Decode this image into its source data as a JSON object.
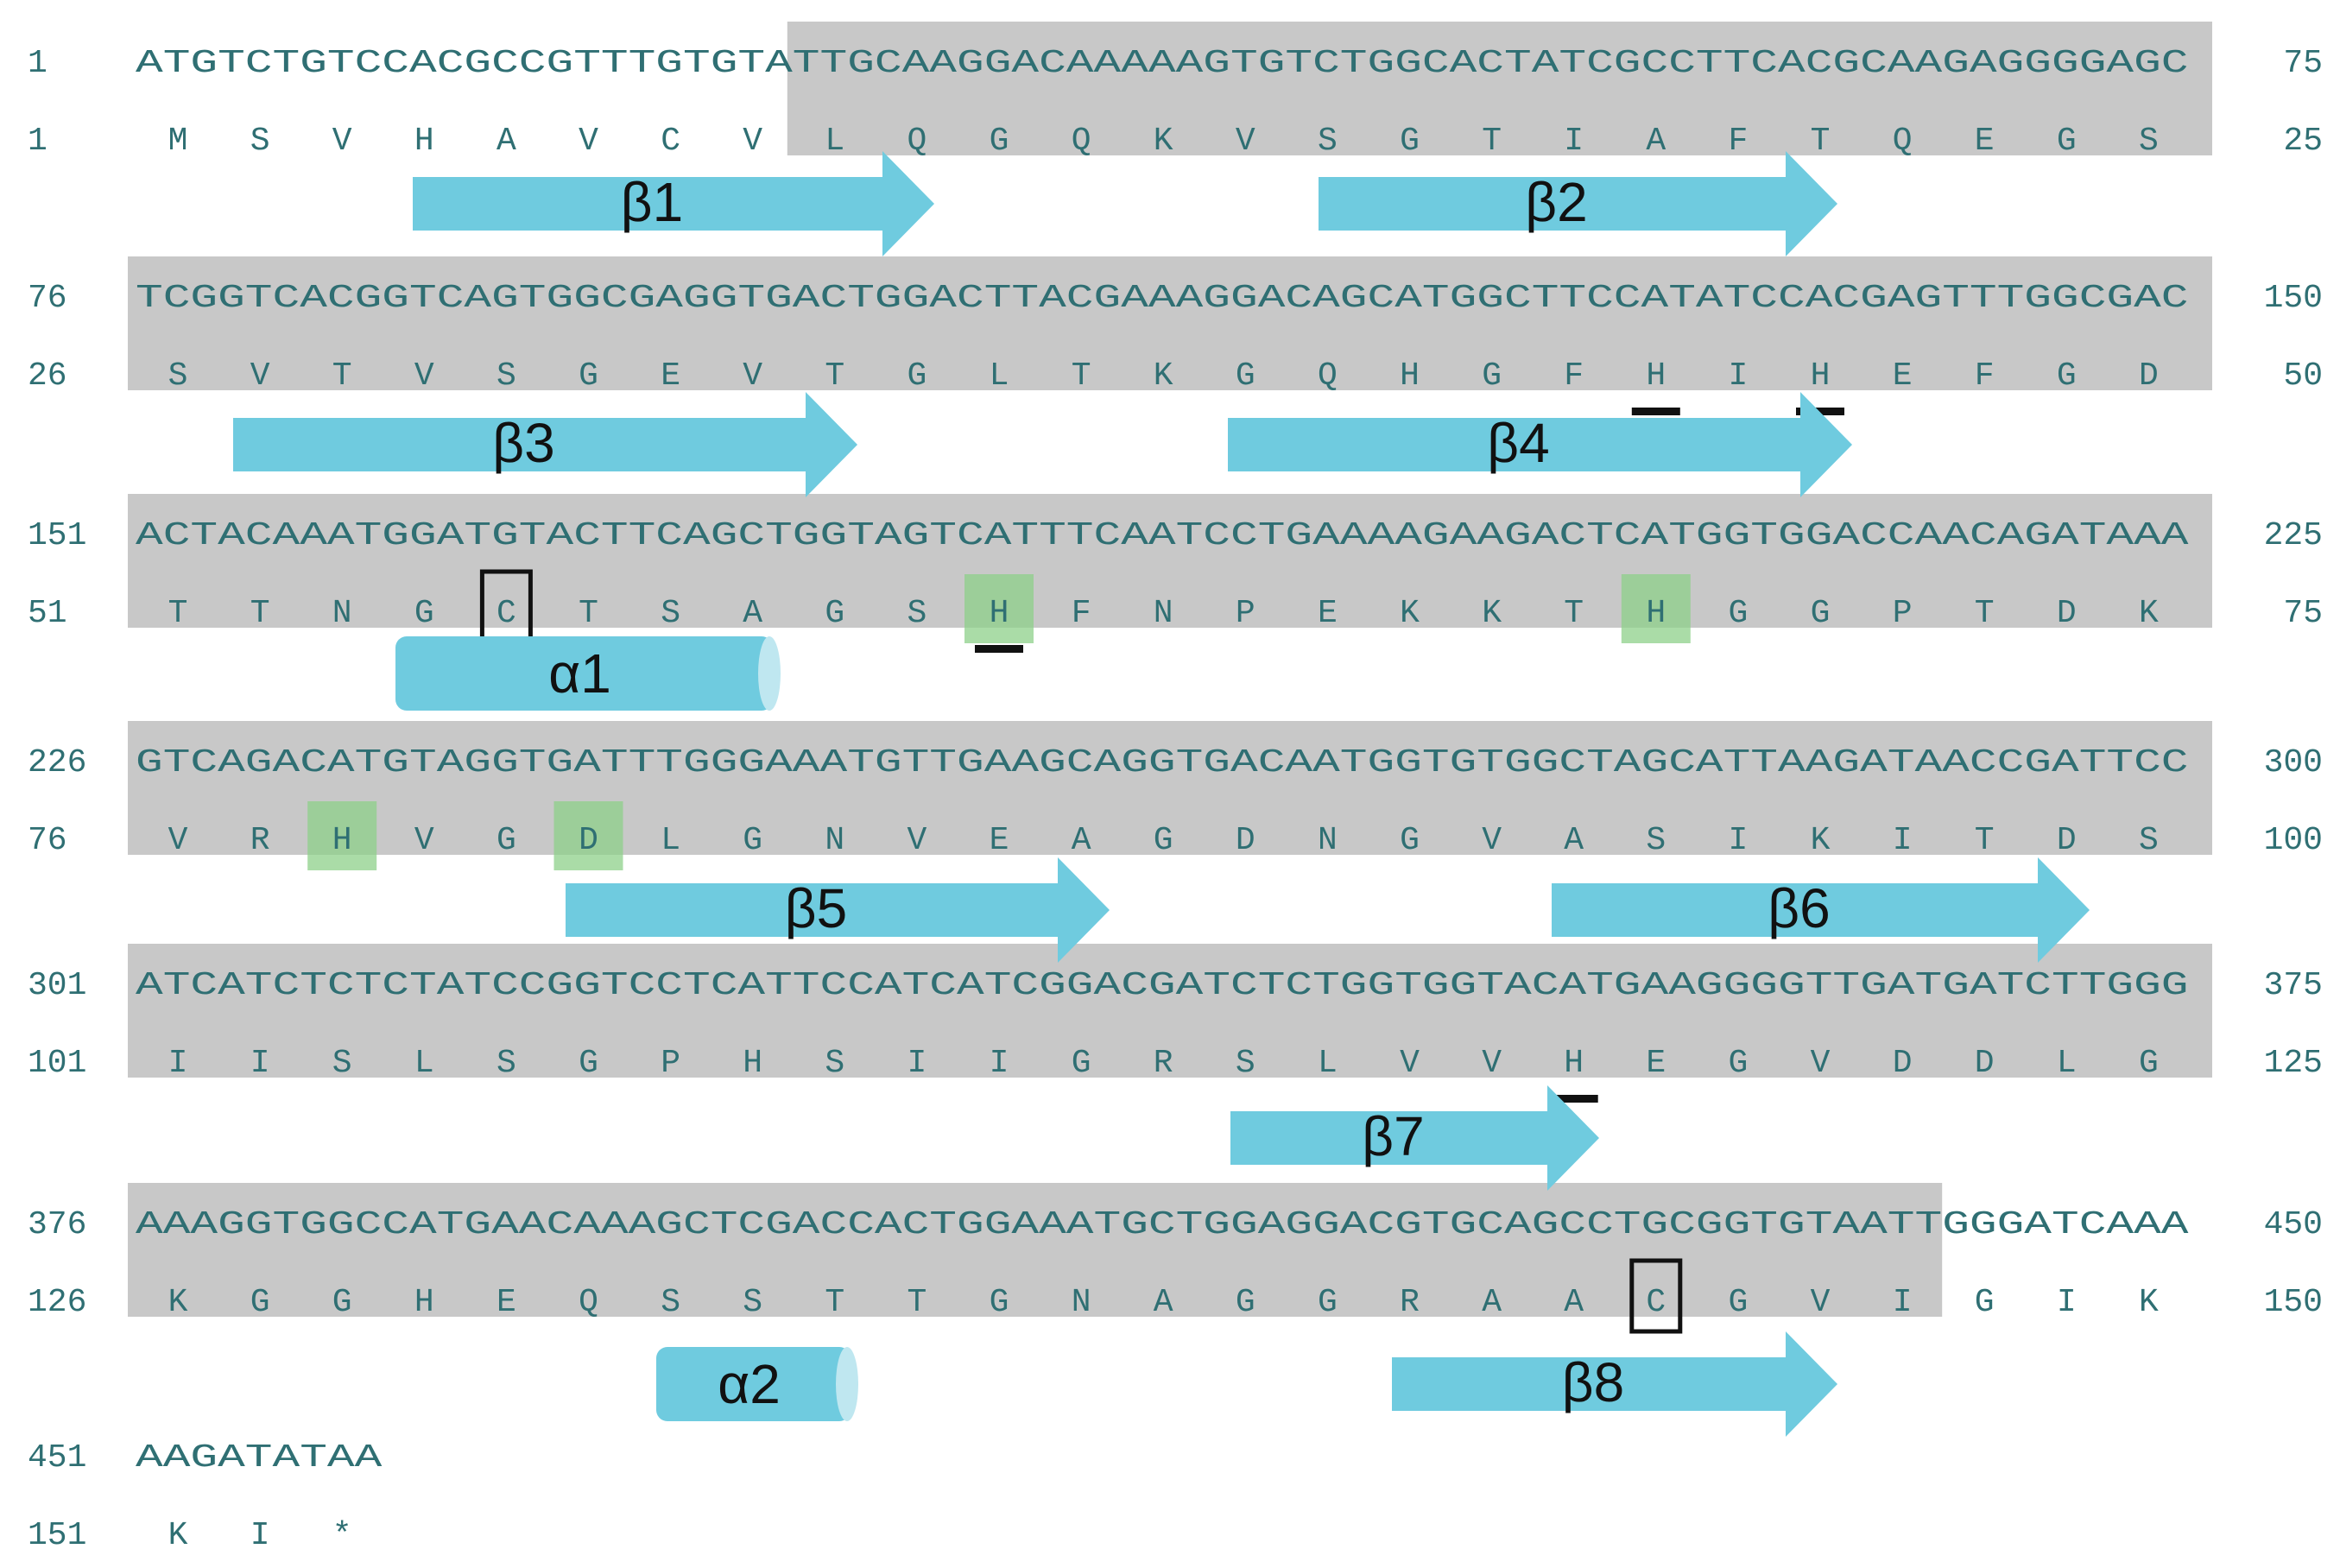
{
  "colors": {
    "shade": "#c8c8c8",
    "text": "#2f6f73",
    "feature": "#6fcbdf",
    "feature_light": "#bfe7f0",
    "green": "#8ed08a",
    "black": "#111111"
  },
  "blocks": [
    {
      "dna_start": "1",
      "dna": "ATGTCTGTCCACGCCGTTTGTGTATTGCAAGGACAAAAAGTGTCTGGCACTATCGCCTTCACGCAAGAGGGGAGC",
      "dna_end": "75",
      "aa_start": "1",
      "aa": [
        "M",
        "S",
        "V",
        "H",
        "A",
        "V",
        "C",
        "V",
        "L",
        "Q",
        "G",
        "Q",
        "K",
        "V",
        "S",
        "G",
        "T",
        "I",
        "A",
        "F",
        "T",
        "Q",
        "E",
        "G",
        "S"
      ],
      "aa_end": "25"
    },
    {
      "dna_start": "76",
      "dna": "TCGGTCACGGTCAGTGGCGAGGTGACTGGACTTACGAAAGGACAGCATGGCTTCCATATCCACGAGTTTGGCGAC",
      "dna_end": "150",
      "aa_start": "26",
      "aa": [
        "S",
        "V",
        "T",
        "V",
        "S",
        "G",
        "E",
        "V",
        "T",
        "G",
        "L",
        "T",
        "K",
        "G",
        "Q",
        "H",
        "G",
        "F",
        "H",
        "I",
        "H",
        "E",
        "F",
        "G",
        "D"
      ],
      "aa_end": "50"
    },
    {
      "dna_start": "151",
      "dna": "ACTACAAATGGATGTACTTCAGCTGGTAGTCATTTCAATCCTGAAAAGAAGACTCATGGTGGACCAACAGATAAA",
      "dna_end": "225",
      "aa_start": "51",
      "aa": [
        "T",
        "T",
        "N",
        "G",
        "C",
        "T",
        "S",
        "A",
        "G",
        "S",
        "H",
        "F",
        "N",
        "P",
        "E",
        "K",
        "K",
        "T",
        "H",
        "G",
        "G",
        "P",
        "T",
        "D",
        "K"
      ],
      "aa_end": "75"
    },
    {
      "dna_start": "226",
      "dna": "GTCAGACATGTAGGTGATTTGGGAAATGTTGAAGCAGGTGACAATGGTGTGGCTAGCATTAAGATAACCGATTCC",
      "dna_end": "300",
      "aa_start": "76",
      "aa": [
        "V",
        "R",
        "H",
        "V",
        "G",
        "D",
        "L",
        "G",
        "N",
        "V",
        "E",
        "A",
        "G",
        "D",
        "N",
        "G",
        "V",
        "A",
        "S",
        "I",
        "K",
        "I",
        "T",
        "D",
        "S"
      ],
      "aa_end": "100"
    },
    {
      "dna_start": "301",
      "dna": "ATCATCTCTCTATCCGGTCCTCATTCCATCATCGGACGATCTCTGGTGGTACATGAAGGGGTTGATGATCTTGGG",
      "dna_end": "375",
      "aa_start": "101",
      "aa": [
        "I",
        "I",
        "S",
        "L",
        "S",
        "G",
        "P",
        "H",
        "S",
        "I",
        "I",
        "G",
        "R",
        "S",
        "L",
        "V",
        "V",
        "H",
        "E",
        "G",
        "V",
        "D",
        "D",
        "L",
        "G"
      ],
      "aa_end": "125"
    },
    {
      "dna_start": "376",
      "dna": "AAAGGTGGCCATGAACAAAGCTCGACCACTGGAAATGCTGGAGGACGTGCAGCCTGCGGTGTAATTGGGATCAAA",
      "dna_end": "450",
      "aa_start": "126",
      "aa": [
        "K",
        "G",
        "G",
        "H",
        "E",
        "Q",
        "S",
        "S",
        "T",
        "T",
        "G",
        "N",
        "A",
        "G",
        "G",
        "R",
        "A",
        "A",
        "C",
        "G",
        "V",
        "I",
        "G",
        "I",
        "K"
      ],
      "aa_end": "150"
    },
    {
      "dna_start": "451",
      "dna": "AAGATATAA",
      "dna_end": "",
      "aa_start": "151",
      "aa": [
        "K",
        "I",
        "*"
      ],
      "aa_end": ""
    }
  ],
  "features": [
    {
      "label": "β1",
      "kind": "arrow"
    },
    {
      "label": "β2",
      "kind": "arrow"
    },
    {
      "label": "β3",
      "kind": "arrow"
    },
    {
      "label": "β4",
      "kind": "arrow"
    },
    {
      "label": "α1",
      "kind": "cylinder"
    },
    {
      "label": "β5",
      "kind": "arrow"
    },
    {
      "label": "β6",
      "kind": "arrow"
    },
    {
      "label": "β7",
      "kind": "arrow"
    },
    {
      "label": "α2",
      "kind": "cylinder"
    },
    {
      "label": "β8",
      "kind": "arrow"
    }
  ]
}
